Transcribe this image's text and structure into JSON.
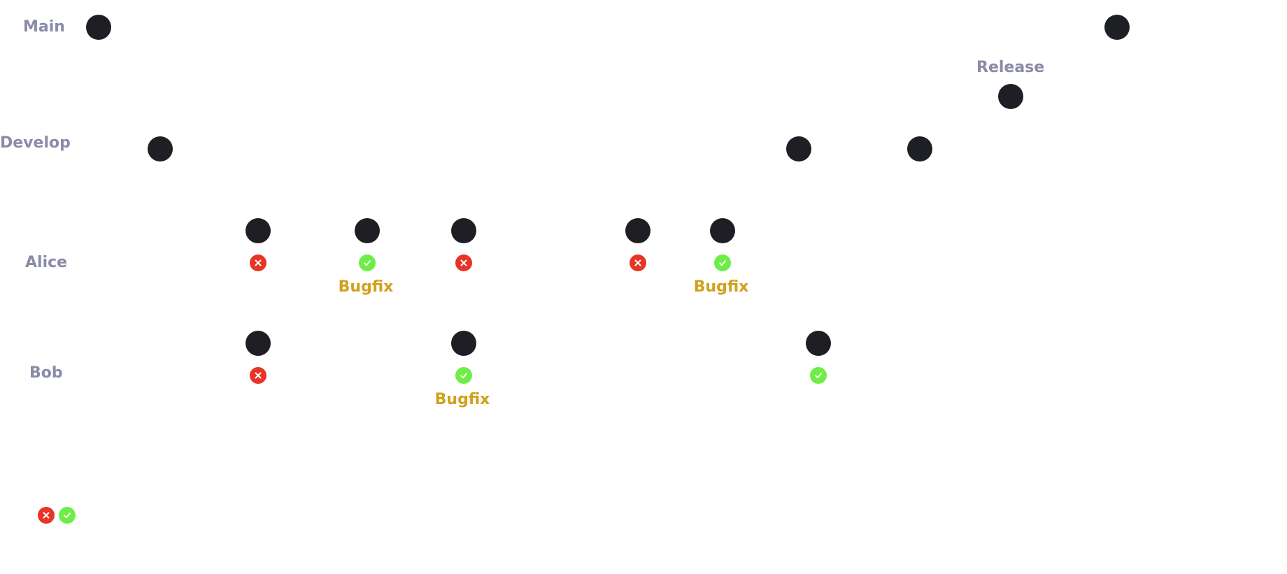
{
  "colors": {
    "label": "#8a8ba8",
    "commit": "#1e1f24",
    "fail": "#e83427",
    "success": "#6dee47",
    "tag": "#d1a11c"
  },
  "lanes": [
    {
      "name": "Main"
    },
    {
      "name": "Develop"
    },
    {
      "name": "Alice"
    },
    {
      "name": "Bob"
    }
  ],
  "release": {
    "label": "Release"
  },
  "commits": [
    {
      "lane": "Main"
    },
    {
      "lane": "Main"
    },
    {
      "lane": "Release"
    },
    {
      "lane": "Develop"
    },
    {
      "lane": "Develop"
    },
    {
      "lane": "Develop"
    },
    {
      "lane": "Alice",
      "status": "fail"
    },
    {
      "lane": "Alice",
      "status": "success",
      "tag": "Bugfix"
    },
    {
      "lane": "Alice",
      "status": "fail"
    },
    {
      "lane": "Alice",
      "status": "fail"
    },
    {
      "lane": "Alice",
      "status": "success",
      "tag": "Bugfix"
    },
    {
      "lane": "Bob",
      "status": "fail"
    },
    {
      "lane": "Bob",
      "status": "success",
      "tag": "Bugfix"
    },
    {
      "lane": "Bob",
      "status": "success"
    }
  ],
  "legend": {
    "icons": [
      "fail-icon",
      "success-icon"
    ]
  }
}
